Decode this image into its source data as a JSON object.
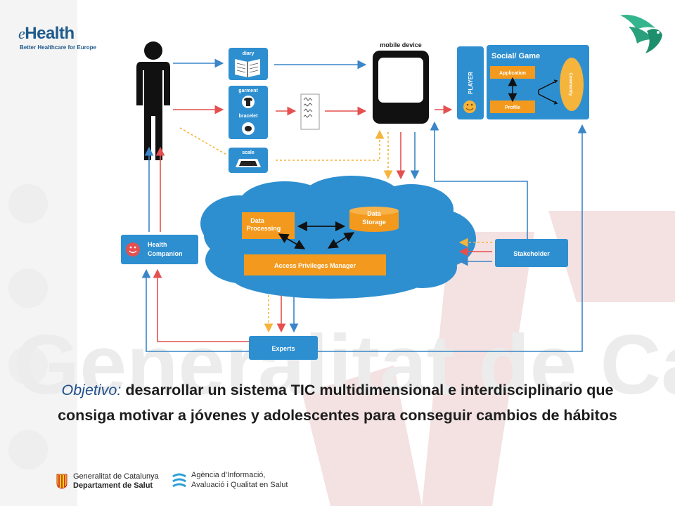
{
  "logos": {
    "ehealth_mark": "e",
    "ehealth_word": "Health",
    "ehealth_tagline": "Better Healthcare for Europe",
    "bird_icon": "green-bird-icon",
    "generalitat_line1": "Generalitat de Catalunya",
    "generalitat_line2": "Departament de Salut",
    "aqu_line1": "Agència d'Informació,",
    "aqu_line2": "Avaluació i Qualitat en Salut"
  },
  "diagram": {
    "devices": {
      "diary": "diary",
      "garment": "garment",
      "bracelet": "bracelet",
      "scale": "scale"
    },
    "mobile_device": "mobile device",
    "player": "PLAYER",
    "social_game": "Social/ Game",
    "application": "Application",
    "profile": "Profile",
    "community": "Community",
    "data_processing_1": "Data",
    "data_processing_2": "Processing",
    "data_storage_1": "Data",
    "data_storage_2": "Storage",
    "access_privileges": "Access Privileges Manager",
    "health_companion_1": "Health",
    "health_companion_2": "Companion",
    "stakeholder": "Stakeholder",
    "experts": "Experts",
    "colors": {
      "blue_box": "#2e8fd0",
      "orange": "#f39a1e",
      "arrow_blue": "#3a86c8",
      "arrow_red": "#e4504f",
      "arrow_orange": "#f5b43b"
    }
  },
  "objective": {
    "label": "Objetivo:",
    "text": "desarrollar un sistema TIC multidimensional e interdisciplinario que consiga motivar a jóvenes y adolescentes para conseguir cambios de hábitos"
  }
}
